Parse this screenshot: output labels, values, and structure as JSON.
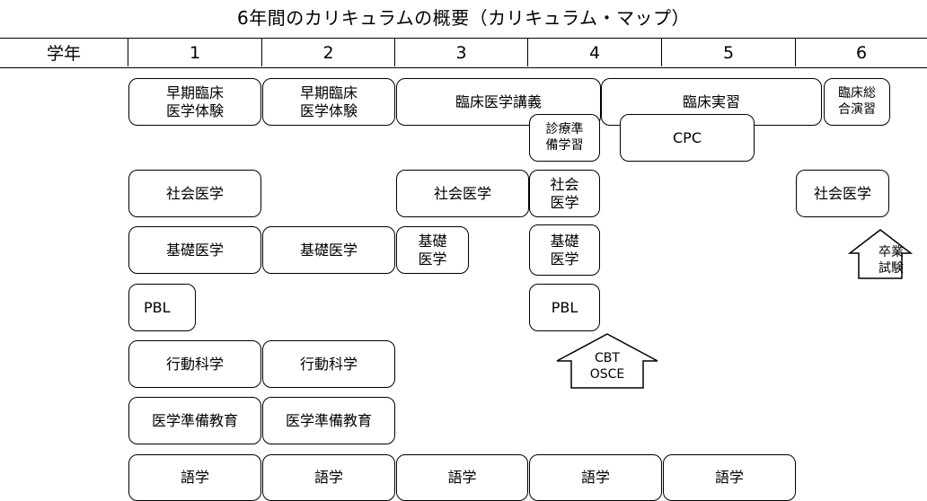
{
  "title": "6年間のカリキュラムの概要（カリキュラム・マップ）",
  "header": {
    "label": "学年",
    "years": [
      "1",
      "2",
      "3",
      "4",
      "5",
      "6"
    ]
  },
  "boxes": {
    "early_clinical_1": "早期臨床\n医学体験",
    "early_clinical_2": "早期臨床\n医学体験",
    "clinical_lecture": "臨床医学講義",
    "clinical_practice": "臨床実習",
    "comprehensive_exercise": "臨床総\n合演習",
    "pre_clinical": "診療準\n備学習",
    "cpc": "CPC",
    "social_1": "社会医学",
    "social_3": "社会医学",
    "social_4": "社会\n医学",
    "social_6": "社会医学",
    "basic_1": "基礎医学",
    "basic_2": "基礎医学",
    "basic_3": "基礎\n医学",
    "basic_4": "基礎\n医学",
    "pbl_1": "PBL",
    "pbl_4": "PBL",
    "behavior_1": "行動科学",
    "behavior_2": "行動科学",
    "premed_1": "医学準備教育",
    "premed_2": "医学準備教育",
    "lang_1": "語学",
    "lang_2": "語学",
    "lang_3": "語学",
    "lang_4": "語学",
    "lang_5": "語学"
  },
  "arrows": {
    "graduation_exam": "卒業\n試験",
    "cbt_osce": "CBT\nOSCE"
  }
}
